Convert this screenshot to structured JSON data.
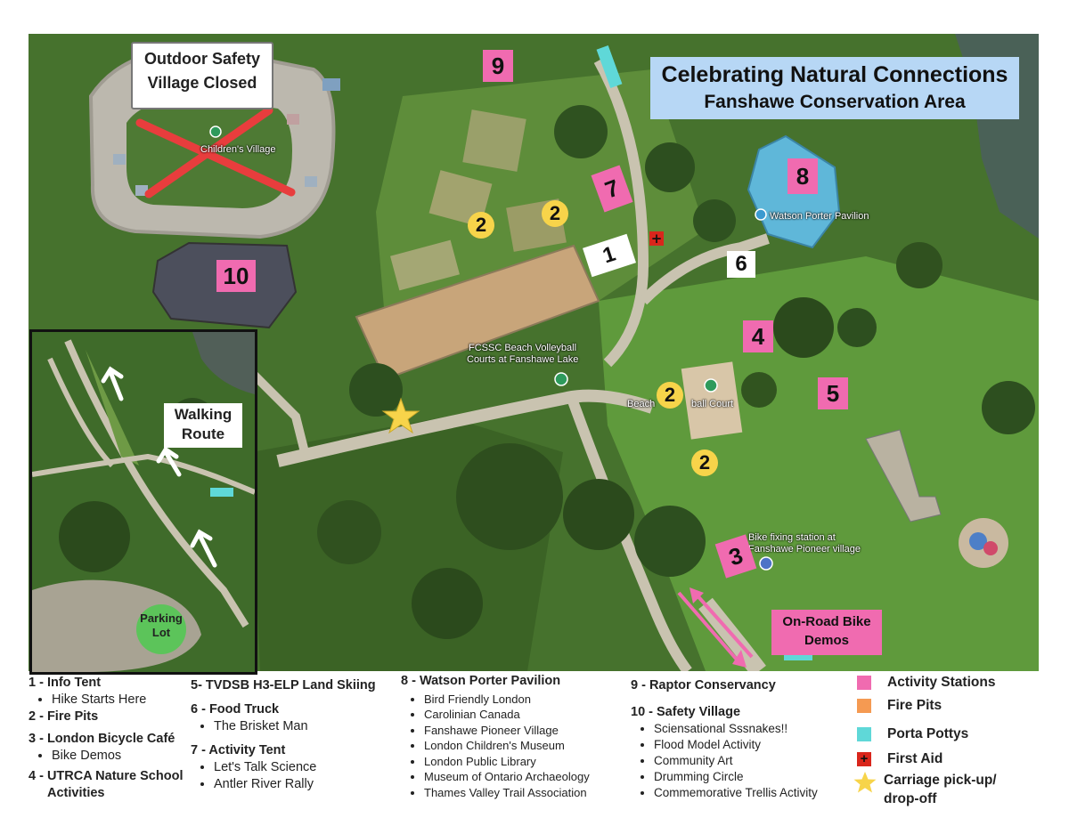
{
  "title": {
    "line1": "Celebrating Natural Connections",
    "line2": "Fanshawe Conservation Area"
  },
  "closed_notice": {
    "line1": "Outdoor Safety",
    "line2": "Village Closed"
  },
  "walking_route": {
    "line1": "Walking",
    "line2": "Route"
  },
  "parking": {
    "line1": "Parking",
    "line2": "Lot"
  },
  "bike_demos": {
    "line1": "On-Road Bike",
    "line2": "Demos"
  },
  "map_labels": {
    "watson": "Watson Porter Pavilion",
    "volleyball_1": "FCSSC Beach Volleyball",
    "volleyball_2": "Courts at Fanshawe Lake",
    "beach": "Beach",
    "court": "ball Court",
    "bike_fix_1": "Bike fixing station at",
    "bike_fix_2": "Fanshawe Pioneer village",
    "childrens_village": "Children's Village"
  },
  "markers": {
    "m9": "9",
    "m7": "7",
    "m8": "8",
    "m10": "10",
    "m4": "4",
    "m5": "5",
    "m3": "3",
    "m1": "1",
    "m6": "6",
    "fire": "2"
  },
  "legend": {
    "col1": [
      {
        "head": "1 - Info Tent",
        "items": [
          "Hike Starts Here"
        ]
      },
      {
        "head": "2 - Fire Pits",
        "items": []
      },
      {
        "head": "3 - London Bicycle Café",
        "items": [
          "Bike Demos"
        ]
      },
      {
        "head": "4 - UTRCA Nature School",
        "head2": "Activities",
        "items": []
      }
    ],
    "col2": [
      {
        "head": "5- TVDSB H3-ELP Land Skiing",
        "items": []
      },
      {
        "head": "6 - Food Truck",
        "items": [
          "The Brisket Man"
        ]
      },
      {
        "head": "7 -  Activity Tent",
        "items": [
          "Let's Talk Science",
          "Antler River Rally"
        ]
      }
    ],
    "col3": [
      {
        "head": "8 -  Watson Porter Pavilion",
        "items": [
          "Bird Friendly London",
          "Carolinian Canada",
          "Fanshawe Pioneer Village",
          "London Children's Museum",
          "London Public Library",
          "Museum of Ontario Archaeology",
          "Thames Valley Trail Association"
        ]
      }
    ],
    "col4": [
      {
        "head": "9 - Raptor Conservancy",
        "items": []
      },
      {
        "head": "10 -  Safety Village",
        "items": [
          "Sciensational Sssnakes!!",
          "Flood Model Activity",
          "Community Art",
          "Drumming Circle",
          "Commemorative Trellis Activity"
        ]
      }
    ]
  },
  "key": {
    "activity": "Activity Stations",
    "fire": "Fire Pits",
    "porta": "Porta Pottys",
    "first_aid": "First Aid",
    "carriage_1": "Carriage pick-up/",
    "carriage_2": "drop-off"
  },
  "colors": {
    "activity": "#f06bb0",
    "fire": "#f59a52",
    "porta": "#5fd8d8",
    "first_aid": "#d9261c",
    "carriage": "#f7d44a",
    "title_bg": "#b7d7f5"
  }
}
